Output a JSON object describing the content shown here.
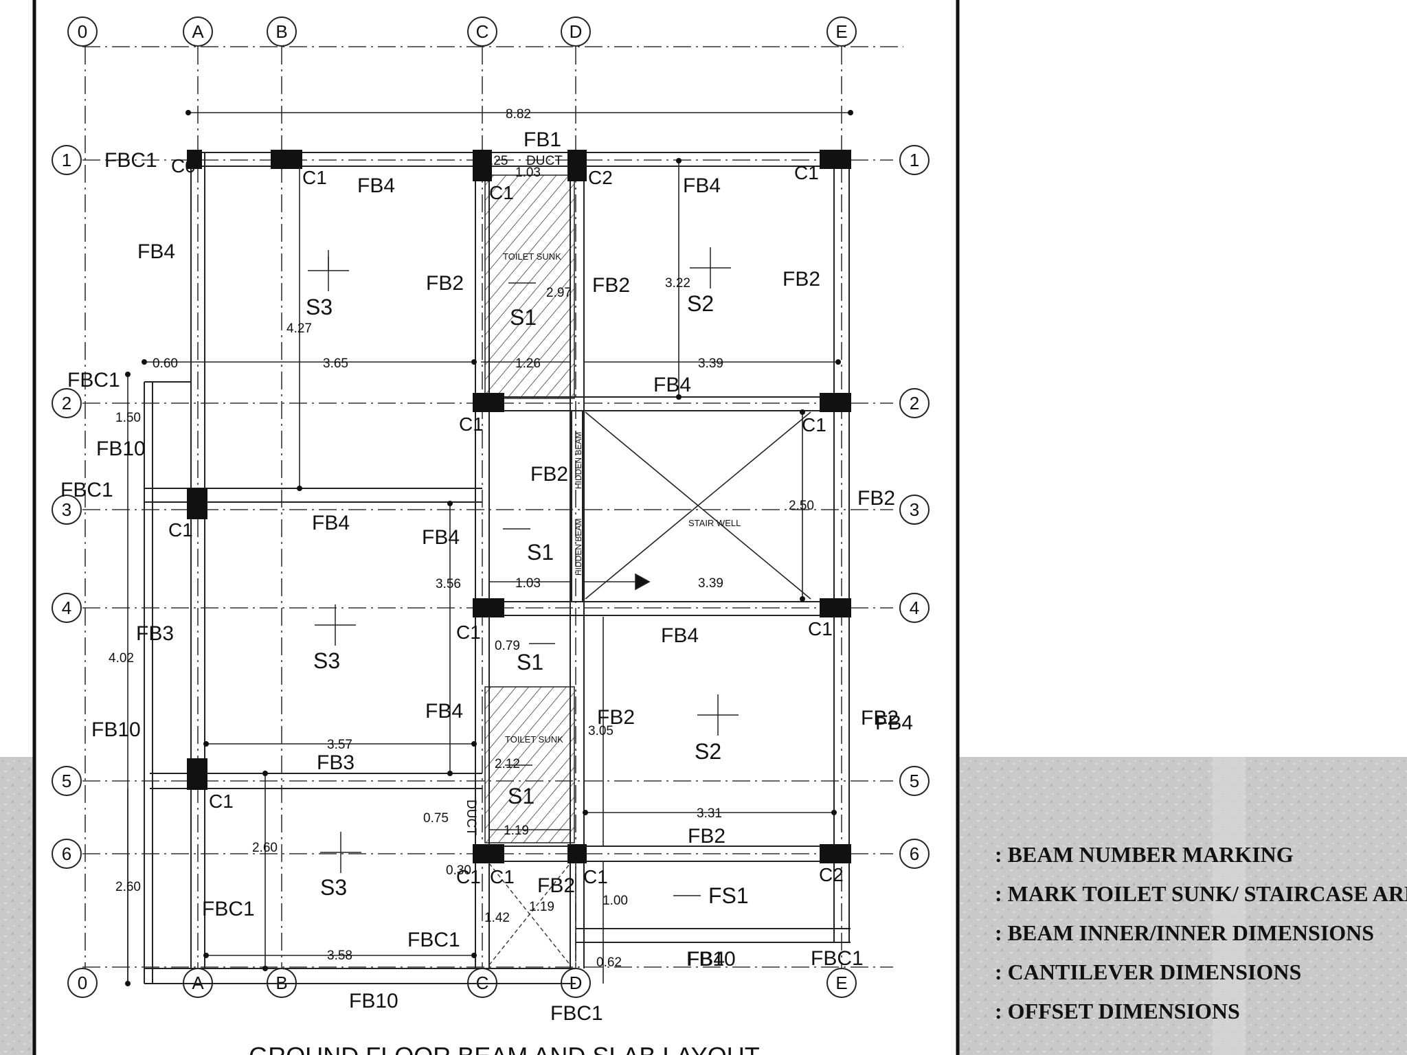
{
  "drawing": {
    "title": "GROUND FLOOR BEAM AND SLAB LAYOUT",
    "grid_columns": [
      "0",
      "A",
      "B",
      "C",
      "D",
      "E"
    ],
    "grid_rows": [
      "1",
      "2",
      "3",
      "4",
      "5",
      "6",
      "0"
    ],
    "beam_labels": [
      "FB1",
      "FB2",
      "FB2",
      "FB2",
      "FB2",
      "FB2",
      "FB2",
      "FB2",
      "FB2",
      "FB2",
      "FB3",
      "FB3",
      "FB4",
      "FB4",
      "FB4",
      "FB4",
      "FB4",
      "FB4",
      "FB4",
      "FB4",
      "FB4",
      "FB4",
      "FB10",
      "FB10",
      "FB10",
      "FB10"
    ],
    "cantilever_labels": [
      "FBC1",
      "FBC1",
      "FBC1",
      "FBC1",
      "FBC1",
      "FBC1",
      "FBC1"
    ],
    "column_labels": [
      "C0",
      "C1",
      "C1",
      "C2",
      "C1",
      "C1",
      "C1",
      "C1",
      "C1",
      "C1",
      "C1",
      "C1",
      "C1",
      "C2",
      "C1"
    ],
    "slab_labels": [
      "S3",
      "S1",
      "S2",
      "S1",
      "S3",
      "S1",
      "S2",
      "S1",
      "S3",
      "FS1"
    ],
    "dimensions": [
      "8.82",
      "0.60",
      "3.65",
      "1.26",
      "3.39",
      "4.27",
      "2.97",
      "3.22",
      "1.50",
      "2.50",
      "3.56",
      "1.03",
      "3.39",
      "4.02",
      "0.79",
      "3.57",
      "3.05",
      "2.12",
      "3.31",
      "0.75",
      "1.19",
      "2.60",
      "0.30",
      "1.00",
      "2.60",
      "1.42",
      "1.19",
      "3.58",
      "0.62",
      "1.03",
      ".25"
    ],
    "notes": [
      "TOILET SUNK",
      "TOILET SUNK",
      "STAIR WELL",
      "HIDDEN BEAM",
      "HIDDEN BEAM",
      "DUCT",
      "DUCT"
    ]
  },
  "legend": {
    "items": [
      ": BEAM NUMBER MARKING",
      ": MARK TOILET SUNK/ STAIRCASE AREA",
      ": BEAM INNER/INNER    DIMENSIONS",
      ": CANTILEVER DIMENSIONS",
      ": OFFSET DIMENSIONS"
    ]
  },
  "colors": {
    "ink": "#111111",
    "texture": "#c4c4c4",
    "background": "#ffffff"
  }
}
